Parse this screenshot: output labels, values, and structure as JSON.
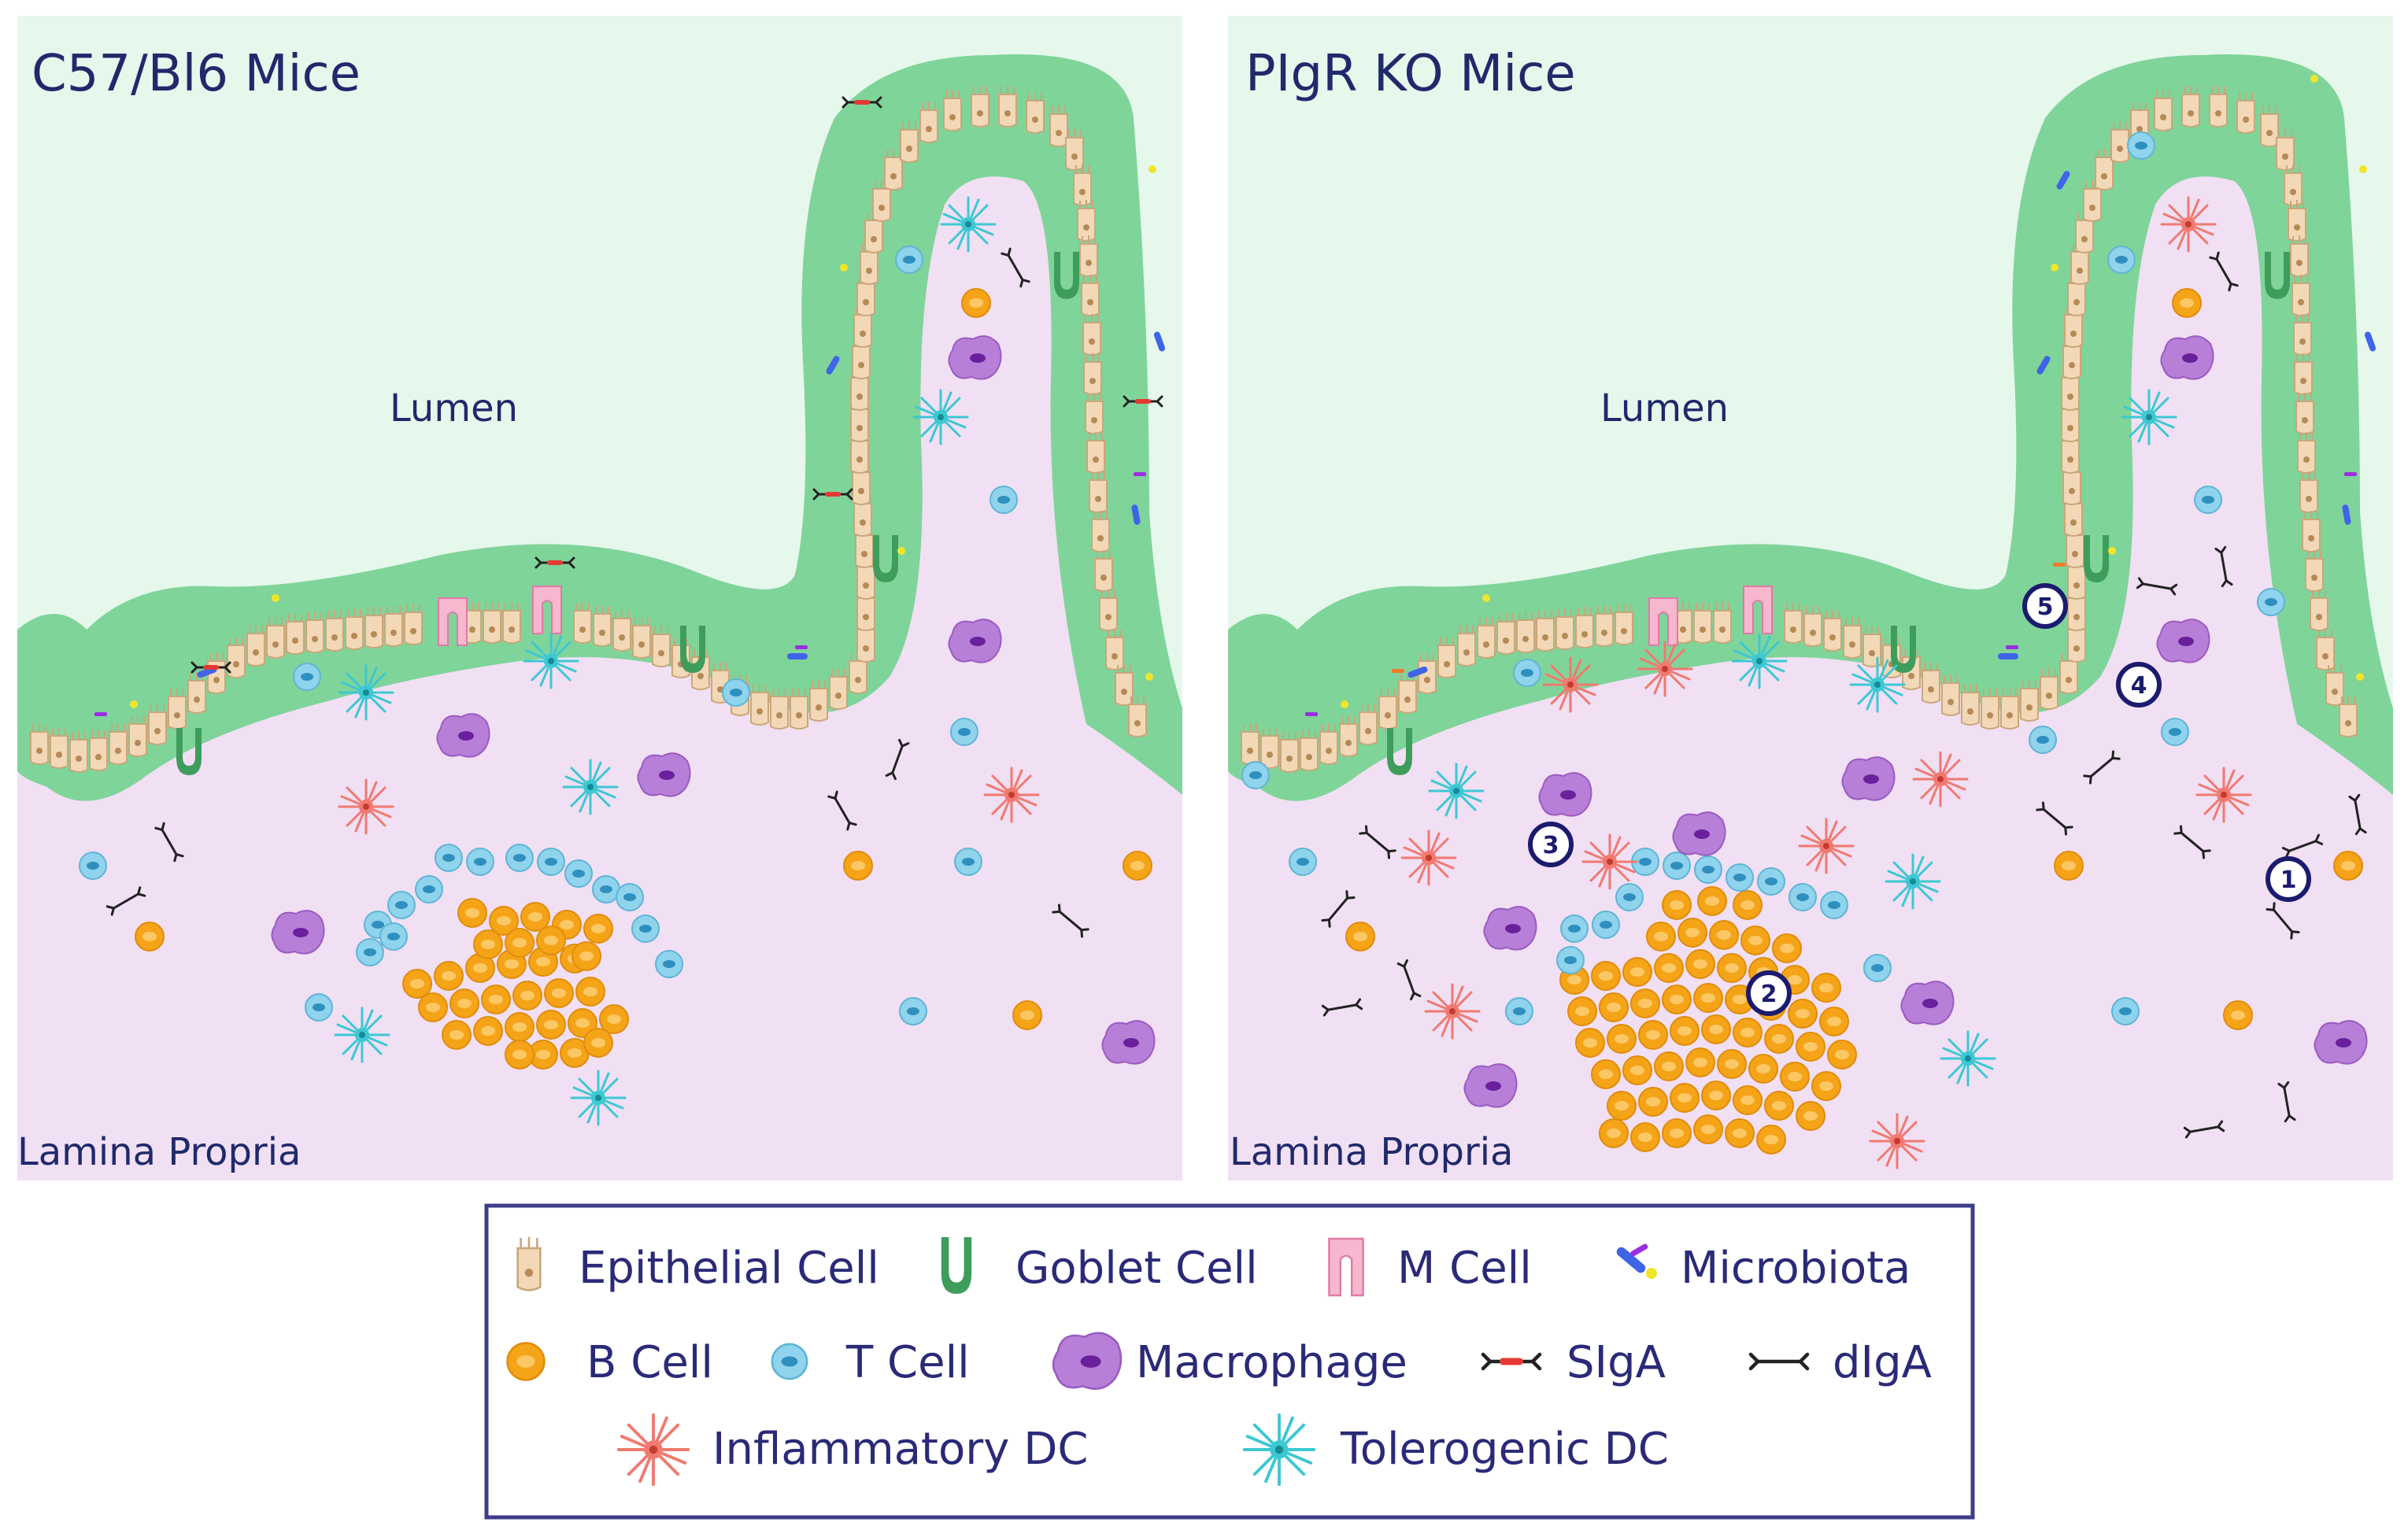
{
  "panels": [
    {
      "title": "C57/Bl6 Mice",
      "lumen": "Lumen",
      "lamina": "Lamina Propria"
    },
    {
      "title": "PIgR KO Mice",
      "lumen": "Lumen",
      "lamina": "Lamina Propria"
    }
  ],
  "markers": [
    "1",
    "2",
    "3",
    "4",
    "5"
  ],
  "legend": {
    "items": [
      {
        "icon": "epithelial-cell-icon",
        "label": "Epithelial Cell"
      },
      {
        "icon": "goblet-cell-icon",
        "label": "Goblet Cell"
      },
      {
        "icon": "m-cell-icon",
        "label": "M Cell"
      },
      {
        "icon": "microbiota-icon",
        "label": "Microbiota"
      },
      {
        "icon": "b-cell-icon",
        "label": "B Cell"
      },
      {
        "icon": "t-cell-icon",
        "label": "T Cell"
      },
      {
        "icon": "macrophage-icon",
        "label": "Macrophage"
      },
      {
        "icon": "siga-icon",
        "label": "SIgA"
      },
      {
        "icon": "digA-icon",
        "label": "dIgA"
      },
      {
        "icon": "inflammatory-dc-icon",
        "label": "Inflammatory DC"
      },
      {
        "icon": "tolerogenic-dc-icon",
        "label": "Tolerogenic DC"
      }
    ]
  },
  "colors": {
    "lumen": "#e6f7ec",
    "lamina": "#f1dff4",
    "mucus": "#7fd49a",
    "epithelium": "#f2d8b6",
    "goblet": "#3f9d5c",
    "mcell": "#f6b7cf",
    "bcell": "#f5a418",
    "tcell": "#8fd3ec",
    "macrophage": "#b77fd7",
    "inflammatoryDC": "#f1796f",
    "tolerogenicDC": "#3cc8d3",
    "markerRing": "#1b1b6e",
    "legendBorder": "#3d3d8a"
  }
}
